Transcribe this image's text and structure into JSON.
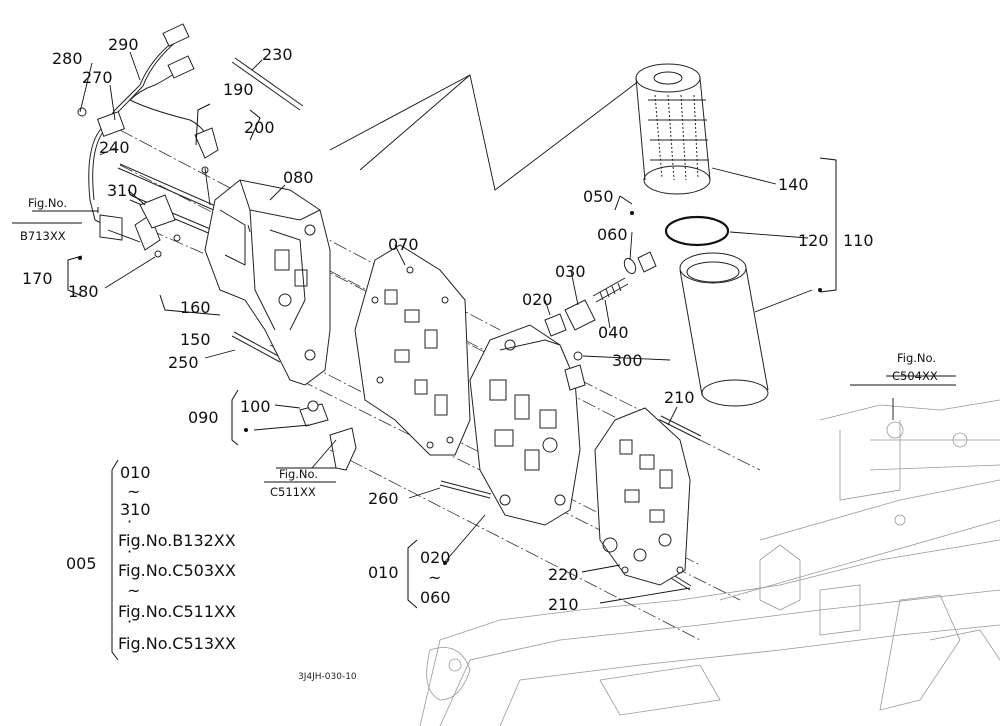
{
  "drawing_code": "3J4JH-030-10",
  "parts": {
    "p005": "005",
    "p010": "010",
    "p010b": "010",
    "p020": "020",
    "p020b": "020",
    "p030": "030",
    "p040": "040",
    "p050": "050",
    "p060": "060",
    "p060b": "060",
    "p070": "070",
    "p080": "080",
    "p090": "090",
    "p100": "100",
    "p110": "110",
    "p120": "120",
    "p140": "140",
    "p150": "150",
    "p160": "160",
    "p170": "170",
    "p180": "180",
    "p190": "190",
    "p200": "200",
    "p210a": "210",
    "p210b": "210",
    "p220": "220",
    "p230": "230",
    "p240": "240",
    "p250": "250",
    "p260": "260",
    "p270": "270",
    "p280": "280",
    "p290": "290",
    "p300": "300",
    "p310": "310",
    "p310b": "310"
  },
  "tilde": "~",
  "dot": "·",
  "fig_prefix": "Fig.No.",
  "fig_refs": {
    "b713": "B713XX",
    "c511": "C511XX",
    "c504": "C504XX"
  },
  "ref_list": {
    "b132": "Fig.No.B132XX",
    "c503": "Fig.No.C503XX",
    "c511": "Fig.No.C511XX",
    "c513": "Fig.No.C513XX"
  }
}
